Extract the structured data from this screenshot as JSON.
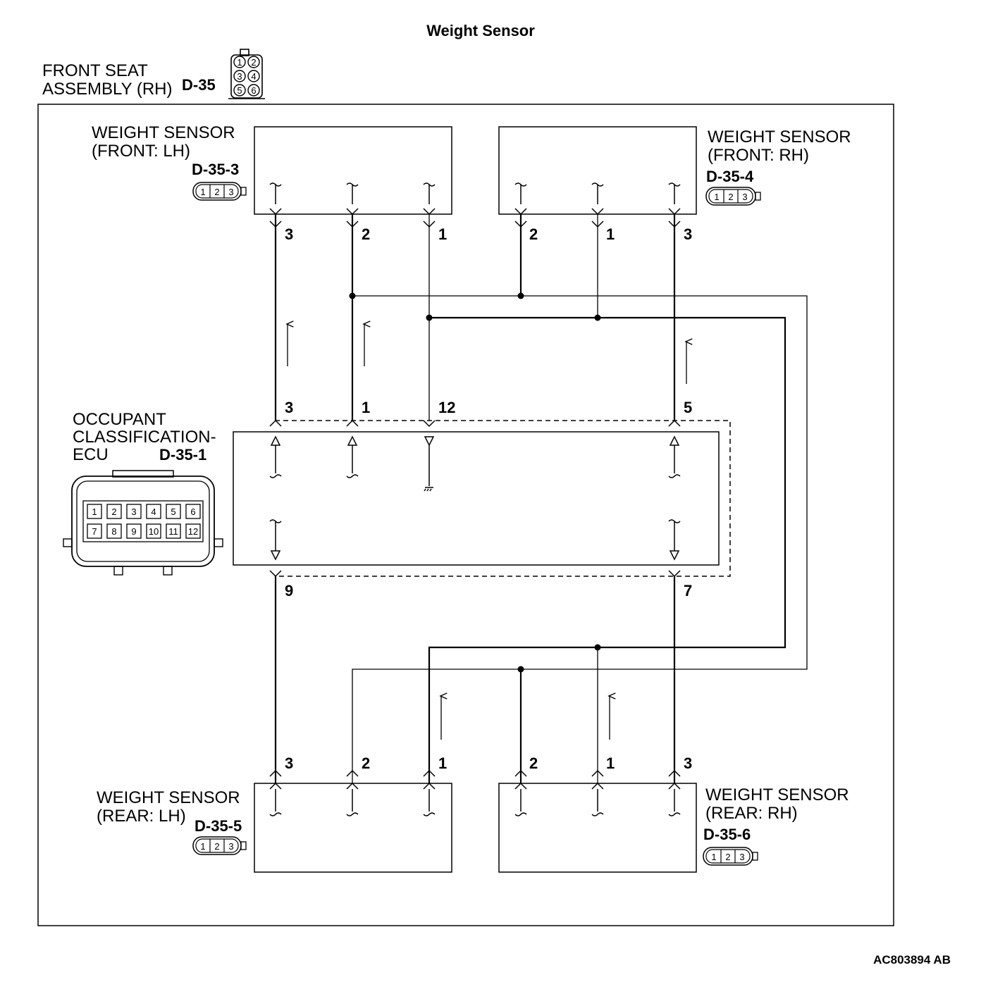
{
  "title": "Weight Sensor",
  "figure_code": "AC803894 AB",
  "assembly": {
    "name_line1": "FRONT SEAT",
    "name_line2": "ASSEMBLY (RH)",
    "connector": "D-35",
    "cavity_numbers": [
      "1",
      "2",
      "3",
      "4",
      "5",
      "6"
    ]
  },
  "ecu": {
    "name_line1": "OCCUPANT",
    "name_line2": "CLASSIFICATION-",
    "name_line3": "ECU",
    "connector": "D-35-1",
    "cavity_numbers": [
      "1",
      "2",
      "3",
      "4",
      "5",
      "6",
      "7",
      "8",
      "9",
      "10",
      "11",
      "12"
    ],
    "pins_top": [
      "3",
      "1",
      "12",
      "5"
    ],
    "pins_bottom": [
      "9",
      "7"
    ]
  },
  "sensors": {
    "front_lh": {
      "name_line1": "WEIGHT SENSOR",
      "name_line2": "(FRONT: LH)",
      "connector": "D-35-3",
      "pins": [
        "3",
        "2",
        "1"
      ],
      "cavities": [
        "1",
        "2",
        "3"
      ]
    },
    "front_rh": {
      "name_line1": "WEIGHT SENSOR",
      "name_line2": "(FRONT: RH)",
      "connector": "D-35-4",
      "pins": [
        "2",
        "1",
        "3"
      ],
      "cavities": [
        "1",
        "2",
        "3"
      ]
    },
    "rear_lh": {
      "name_line1": "WEIGHT SENSOR",
      "name_line2": "(REAR: LH)",
      "connector": "D-35-5",
      "pins": [
        "3",
        "2",
        "1"
      ],
      "cavities": [
        "1",
        "2",
        "3"
      ]
    },
    "rear_rh": {
      "name_line1": "WEIGHT SENSOR",
      "name_line2": "(REAR: RH)",
      "connector": "D-35-6",
      "pins": [
        "2",
        "1",
        "3"
      ],
      "cavities": [
        "1",
        "2",
        "3"
      ]
    }
  }
}
